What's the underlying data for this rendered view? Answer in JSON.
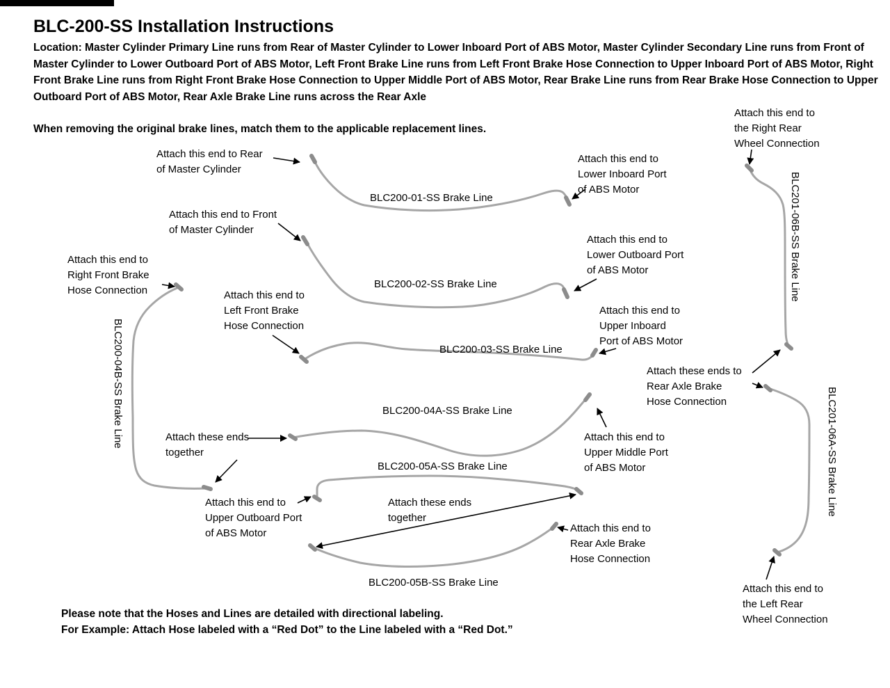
{
  "page": {
    "title": "BLC-200-SS Installation Instructions",
    "location": "Location: Master Cylinder Primary Line runs from Rear of Master Cylinder to Lower Inboard Port of ABS Motor, Master Cylinder Secondary Line runs from Front of Master Cylinder to Lower Outboard Port of ABS Motor, Left Front Brake Line runs from Left Front Brake Hose Connection to Upper Inboard Port of ABS Motor, Right Front Brake Line runs from Right Front Brake Hose Connection to Upper Middle Port of ABS Motor, Rear Brake Line runs from Rear Brake Hose Connection to Upper Outboard Port of ABS Motor, Rear Axle Brake Line runs across the Rear Axle",
    "intro": "When removing the original brake lines, match them to the applicable replacement lines.",
    "footer_line1": "Please note that the Hoses and Lines are detailed with directional labeling.",
    "footer_line2": "For Example: Attach Hose labeled with a “Red Dot” to the Line labeled with a “Red Dot.”"
  },
  "line_labels": {
    "l01": "BLC200-01-SS Brake Line",
    "l02": "BLC200-02-SS Brake Line",
    "l03": "BLC200-03-SS Brake Line",
    "l04a": "BLC200-04A-SS Brake Line",
    "l04b": "BLC200-04B-SS Brake Line",
    "l05a": "BLC200-05A-SS Brake Line",
    "l05b": "BLC200-05B-SS Brake Line",
    "l06a": "BLC201-06A-SS Brake Line",
    "l06b": "BLC201-06B-SS Brake Line"
  },
  "annotations": {
    "rear_master": "Attach this end to Rear\nof Master Cylinder",
    "lower_inboard": "Attach this end to\nLower Inboard Port\nof ABS Motor",
    "front_master": "Attach this end to Front\nof Master Cylinder",
    "lower_outboard": "Attach this end to\nLower Outboard Port\nof ABS Motor",
    "right_front_hose": "Attach this end to\nRight Front Brake\nHose Connection",
    "left_front_hose": "Attach this end to\nLeft Front Brake\nHose Connection",
    "upper_inboard": "Attach this end to\nUpper Inboard\nPort of ABS Motor",
    "rear_axle_ends": "Attach these ends to\nRear Axle Brake\nHose Connection",
    "ends_together_left": "Attach these ends\ntogether",
    "upper_middle": "Attach this end to\nUpper Middle Port\nof ABS Motor",
    "upper_outboard": "Attach this end to\nUpper Outboard Port\nof ABS Motor",
    "ends_together_right": "Attach these ends\ntogether",
    "rear_axle_hose": "Attach this end to\nRear Axle Brake\nHose Connection",
    "right_rear_wheel": "Attach this end to\nthe Right Rear\nWheel Connection",
    "left_rear_wheel": "Attach this end to\nthe Left Rear\nWheel Connection"
  },
  "colors": {
    "brake_line": "#a6a6a6",
    "fitting": "#8c8c8c",
    "arrow": "#000000",
    "text": "#000000",
    "background": "#ffffff"
  }
}
